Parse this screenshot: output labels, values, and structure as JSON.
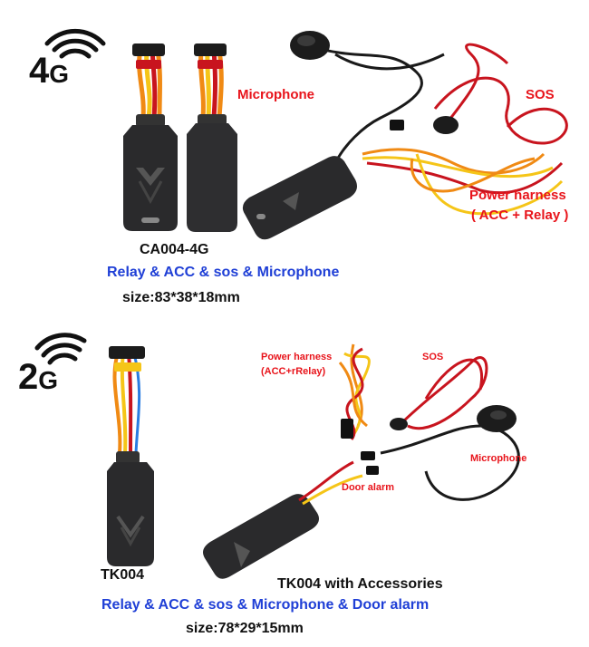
{
  "colors": {
    "label_red": "#e8141b",
    "label_blue": "#1f3fd6",
    "device_body": "#2a2a2c",
    "wire_orange": "#f08a14",
    "wire_yellow": "#f5c518",
    "wire_red": "#c8141e"
  },
  "top": {
    "network_badge": {
      "number": "4",
      "letter": "G"
    },
    "labels": {
      "microphone": "Microphone",
      "sos": "SOS",
      "power_harness": "Power harness",
      "acc_relay": "( ACC + Relay )"
    },
    "model": "CA004-4G",
    "features": "Relay & ACC & sos & Microphone",
    "size": "size:83*38*18mm"
  },
  "bottom": {
    "network_badge": {
      "number": "2",
      "letter": "G"
    },
    "labels": {
      "power_harness": "Power harness",
      "acc_relay": "(ACC+rRelay)",
      "sos": "SOS",
      "microphone": "Microphone",
      "door_alarm": "Door alarm"
    },
    "model": "TK004",
    "accessories_caption": "TK004 with Accessories",
    "features": "Relay & ACC & sos & Microphone & Door alarm",
    "size": "size:78*29*15mm"
  }
}
